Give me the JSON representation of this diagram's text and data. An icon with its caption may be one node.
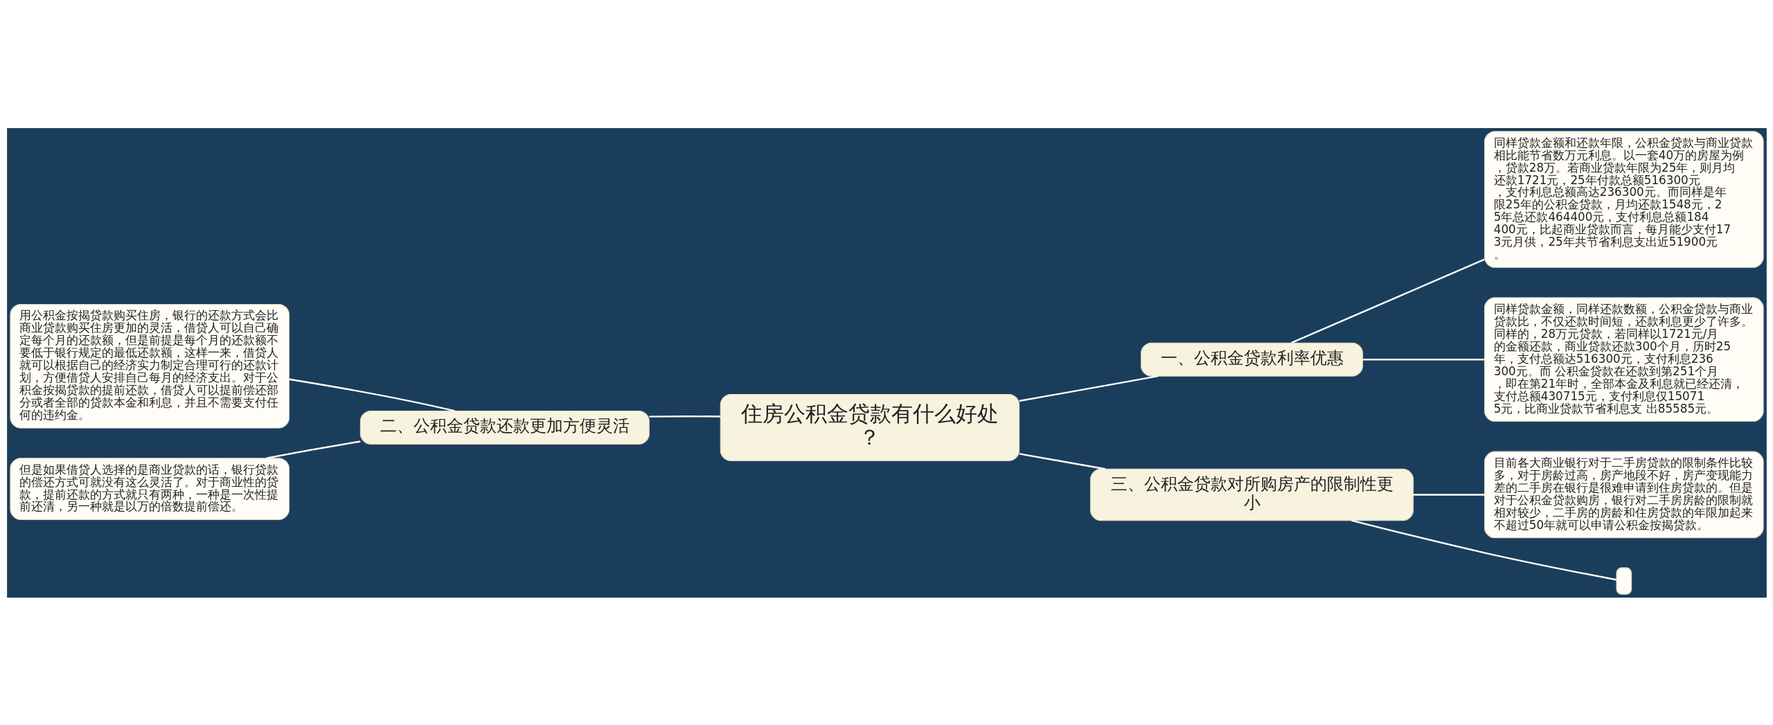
{
  "diagram": {
    "nodes": [
      {
        "text": [
          "住房公积金贷款有什么好处？"
        ]
      },
      {
        "text": [
          "一、公积金贷款利率优惠"
        ]
      },
      {
        "text": [
          "同样贷款金额和还款年限，公积金贷款与商业贷款相比能节省数万元利息。以一套40万的房屋为例，贷款28万。若商业贷款年限为25年，则月均还款1721元，25年付款总额516300元，支付利息总额高达236300元。而同样是年限25年的公积金贷款，月均还款1548元，25年总还款464400元，支付利息总额184400元，比起商业贷款而言，每月能少支付173元月供，25年共节省利息支出近51900元。"
        ]
      },
      {
        "text": [
          "同样贷款金额，同样还款数额，公积金贷款与商业贷款比，不仅还款时间短，还款利息更少了许多。同样的，28万元贷款，若同样以1721元/月的金额还款，商业贷款还款300个月，历时25年，支付总额达516300元，支付利息236300元。而 公积金贷款在还款到第251个月，即在第21年时，全部本金及利息就已经还清，支付总额430715元，支付利息仅150715元，比商业贷款节省利息支 出85585元。"
        ]
      },
      {
        "text": [
          "二、公积金贷款还款更加方便灵活"
        ]
      },
      {
        "text": [
          "用公积金按揭贷款购买住房，银行的还款方式会比商业贷款购买住房更加的灵活，借贷人可以自己确定每个月的还款额，但是前提是每个月的还款额不要低于银行规定的最低还款额，这样一来，借贷人就可以根据自己的经济实力制定合理可行的还款计划，方便借贷人安排自己每月的经济支出。对于公积金按揭贷款的提前还款，借贷人可以提前偿还部分或者全部的贷款本金和利息，并且不需要支付任何的违约金。"
        ]
      },
      {
        "text": [
          "但是如果借贷人选择的是商业贷款的话，银行贷款的偿还方式可就没有这么灵活了。对于商业性的贷款，提前还款的方式就只有两种，一种是一次性提前还清，另一种就是以万的倍数提前偿还。"
        ]
      },
      {
        "text": [
          "三、公积金贷款对所购房产的限制性更小"
        ]
      },
      {
        "text": [
          "目前各大商业银行对于二手房贷款的限制条件比较多，对于房龄过高，房产地段不好，房产变现能力差的二手房在银行是很难申请到住房贷款的。但是对于公积金贷款购房，银行对二手房房龄的限制就相对较少，二手房的房龄和住房贷款的年限加起来不超过50年就可以申请公积金按揭贷款。"
        ]
      },
      {
        "text": [],
        "shape": "box"
      }
    ],
    "edges": [
      {
        "from": 0,
        "to": 1,
        "arrow": "none"
      },
      {
        "from": 1,
        "to": 2,
        "arrow": "none"
      },
      {
        "from": 1,
        "to": 3,
        "arrow": "none"
      },
      {
        "from": 0,
        "to": 4,
        "arrow": "none"
      },
      {
        "from": 4,
        "to": 5,
        "arrow": "none"
      },
      {
        "from": 4,
        "to": 6,
        "arrow": "none"
      },
      {
        "from": 0,
        "to": 7,
        "arrow": "none"
      },
      {
        "from": 7,
        "to": 8,
        "arrow": "none"
      },
      {
        "from": 7,
        "to": 9,
        "arrow": "none"
      }
    ]
  }
}
